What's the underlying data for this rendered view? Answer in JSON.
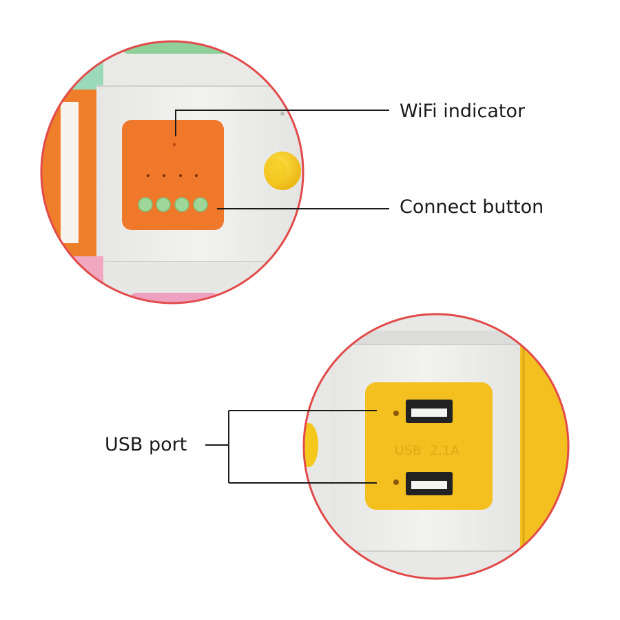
{
  "callouts": {
    "wifi_indicator": "WiFi indicator",
    "connect_button": "Connect button",
    "usb_port": "USB port"
  },
  "device_marking": {
    "usb_rating": "USB  2.1A"
  },
  "colors": {
    "circle_outline": "#e24a4a",
    "orange_panel": "#f0782a",
    "yellow_panel": "#f3c020",
    "yellow_knob": "#f5c81e",
    "green_buttons": "#9fd79a",
    "device_body": "#ededeb",
    "leader_line": "#1a1a1a"
  }
}
